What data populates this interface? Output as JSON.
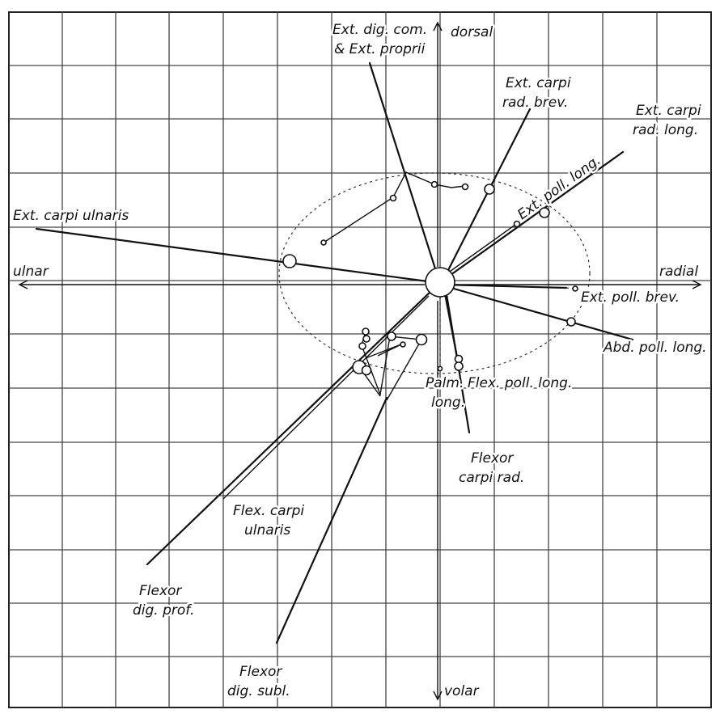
{
  "axes": {
    "up": "dorsal",
    "down": "volar",
    "left": "ulnar",
    "right": "radial"
  },
  "labels": {
    "ext_dig_com_1": "Ext. dig. com.",
    "ext_dig_com_2": "& Ext. proprii",
    "ext_carpi_rad_brev_1": "Ext. carpi",
    "ext_carpi_rad_brev_2": "rad. brev.",
    "ext_carpi_rad_long_1": "Ext. carpi",
    "ext_carpi_rad_long_2": "rad. long.",
    "ext_poll_long": "Ext. poll. long.",
    "ext_carpi_ulnaris": "Ext. carpi ulnaris",
    "ext_poll_brev": "Ext. poll. brev.",
    "abd_poll_long": "Abd. poll. long.",
    "palm_long_1": "Palm.",
    "palm_long_2": "long.",
    "flex_poll_long": "Flex. poll. long.",
    "flexor_carpi_rad_1": "Flexor",
    "flexor_carpi_rad_2": "carpi rad.",
    "flex_carpi_ulnaris_1": "Flex. carpi",
    "flex_carpi_ulnaris_2": "ulnaris",
    "flexor_dig_prof_1": "Flexor",
    "flexor_dig_prof_2": "dig. prof.",
    "flexor_dig_subl_1": "Flexor",
    "flexor_dig_subl_2": "dig. subl."
  }
}
